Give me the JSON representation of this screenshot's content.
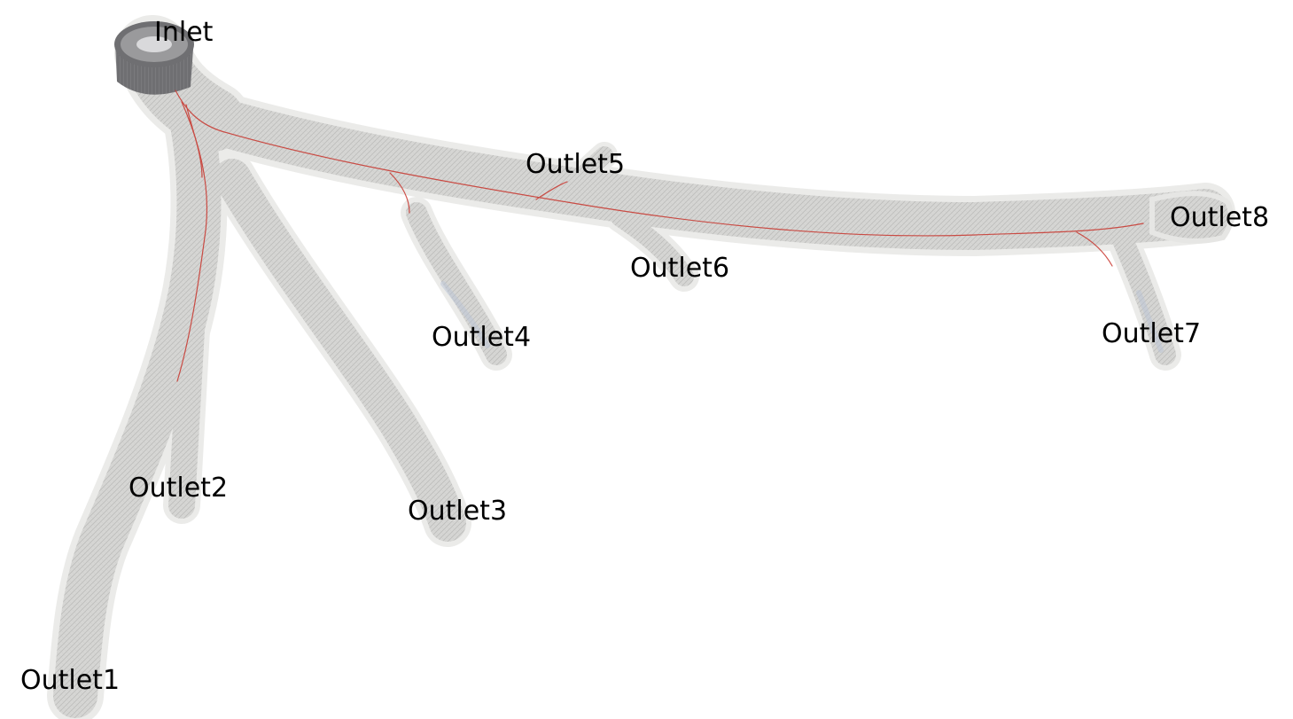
{
  "labels": {
    "inlet": "Inlet",
    "outlet1": "Outlet1",
    "outlet2": "Outlet2",
    "outlet3": "Outlet3",
    "outlet4": "Outlet4",
    "outlet5": "Outlet5",
    "outlet6": "Outlet6",
    "outlet7": "Outlet7",
    "outlet8": "Outlet8"
  },
  "colors": {
    "background": "#ffffff",
    "vessel_halo": "#ececea",
    "vessel_mesh": "#cfcfcd",
    "vessel_core": "#dcdcda",
    "inlet_cap": "#6f6f72",
    "centerline": "#c8342c",
    "label_text": "#000000"
  }
}
